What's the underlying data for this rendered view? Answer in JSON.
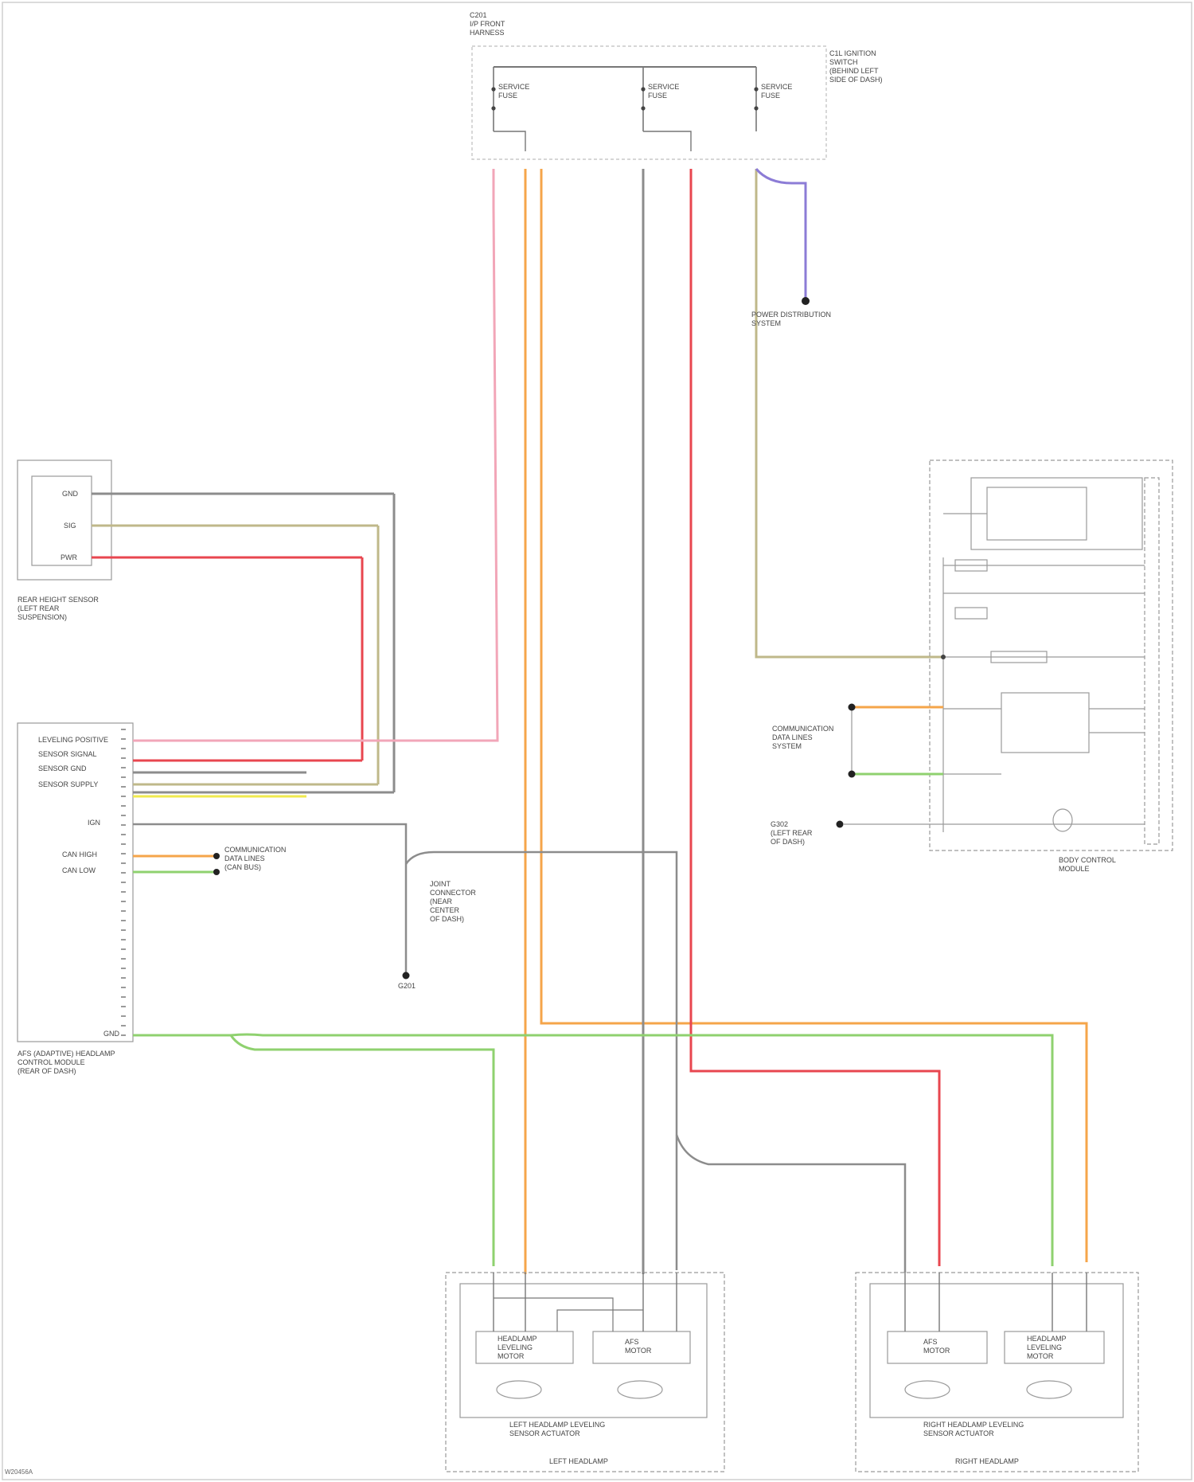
{
  "labels": {
    "top_connector": "C201\nI/P FRONT\nHARNESS",
    "ignition_switch": "C1L IGNITION\nSWITCH\n(BEHIND LEFT\nSIDE OF DASH)",
    "fuse_1": "SERVICE\nFUSE",
    "fuse_2": "SERVICE\nFUSE",
    "fuse_3": "SERVICE\nFUSE",
    "ground_ref": "POWER DISTRIBUTION\nSYSTEM",
    "rear_sensor": "REAR HEIGHT SENSOR\n(LEFT REAR\nSUSPENSION)",
    "module": "AFS (ADAPTIVE) HEADLAMP\nCONTROL MODULE\n(REAR OF DASH)",
    "module_pins": [
      "LEVELING POSITIVE",
      "SENSOR SIGNAL",
      "SENSOR GND",
      "SENSOR SUPPLY",
      "IGN",
      "CAN HIGH",
      "CAN LOW",
      "GND"
    ],
    "sensor_pins": [
      "GND",
      "SIG",
      "PWR"
    ],
    "splice": "JOINT\nCONNECTOR\n(NEAR\nCENTER\nOF DASH)",
    "ground_label": "G201",
    "can_note": "COMMUNICATION\nDATA LINES\n(CAN BUS)",
    "body_module": "BODY CONTROL\nMODULE",
    "body_ground": "G302\n(LEFT REAR\nOF DASH)",
    "can_bus": "COMMUNICATION\nDATA LINES\nSYSTEM",
    "left_assembly": "LEFT HEADLAMP LEVELING\nSENSOR ACTUATOR",
    "left_motor_a": "HEADLAMP\nLEVELING\nMOTOR",
    "left_motor_b": "AFS\nMOTOR",
    "right_assembly": "RIGHT HEADLAMP LEVELING\nSENSOR ACTUATOR",
    "right_motor_a": "AFS\nMOTOR",
    "right_motor_b": "HEADLAMP\nLEVELING\nMOTOR",
    "left_headlamp": "LEFT HEADLAMP",
    "right_headlamp": "RIGHT HEADLAMP",
    "footer": "W20456A"
  },
  "wire_colors": {
    "pink": "#f2a6b8",
    "orange": "#f5a54a",
    "gray": "#8c8c8c",
    "red": "#e8464f",
    "violet": "#8c7cd6",
    "green": "#8fd16f",
    "tan": "#bfb88a",
    "yellow": "#f0ea4d",
    "box": "#9a9a9a"
  }
}
